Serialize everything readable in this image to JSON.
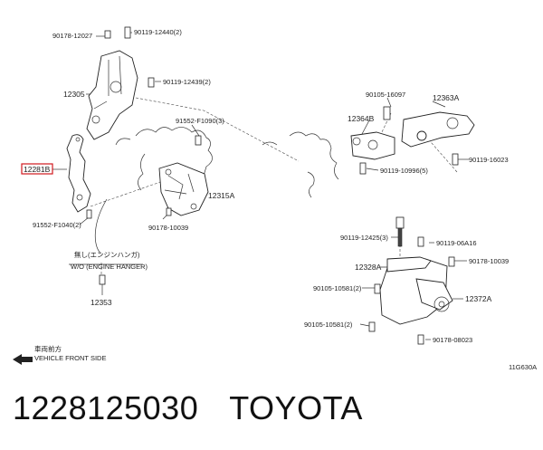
{
  "labels": {
    "p90178_12027": "90178-12027",
    "p90119_12440": "90119-12440(2)",
    "p90119_12439": "90119-12439(2)",
    "p12305": "12305",
    "p91552_F1090": "91552-F1090(3)",
    "p12281B": "12281B",
    "p12315A": "12315A",
    "p91552_F1040": "91552-F1040(2)",
    "p90178_10039_a": "90178-10039",
    "p90105_16097": "90105-16097",
    "p12363A": "12363A",
    "p12364B": "12364B",
    "p90119_10996": "90119-10996(5)",
    "p90119_16023": "90119-16023",
    "p90119_12425": "90119-12425(3)",
    "p90119_06A16": "90119-06A16",
    "p90178_10039_b": "90178-10039",
    "p12328A": "12328A",
    "p90105_10581_a": "90105-10581(2)",
    "p12372A": "12372A",
    "p90105_10581_b": "90105-10581(2)",
    "p90178_08023": "90178-08023",
    "p12353": "12353",
    "engine_hanger_jp": "無し(エンジンハンガ)",
    "engine_hanger_en": "W/O (ENGINE HANGER)",
    "front_jp": "車両前方",
    "front_en": "VEHICLE FRONT SIDE",
    "ref_code": "11G630A"
  },
  "footer": {
    "part_number": "1228125030",
    "brand": "TOYOTA"
  },
  "colors": {
    "highlight": "#d0191e",
    "line": "#222222"
  }
}
